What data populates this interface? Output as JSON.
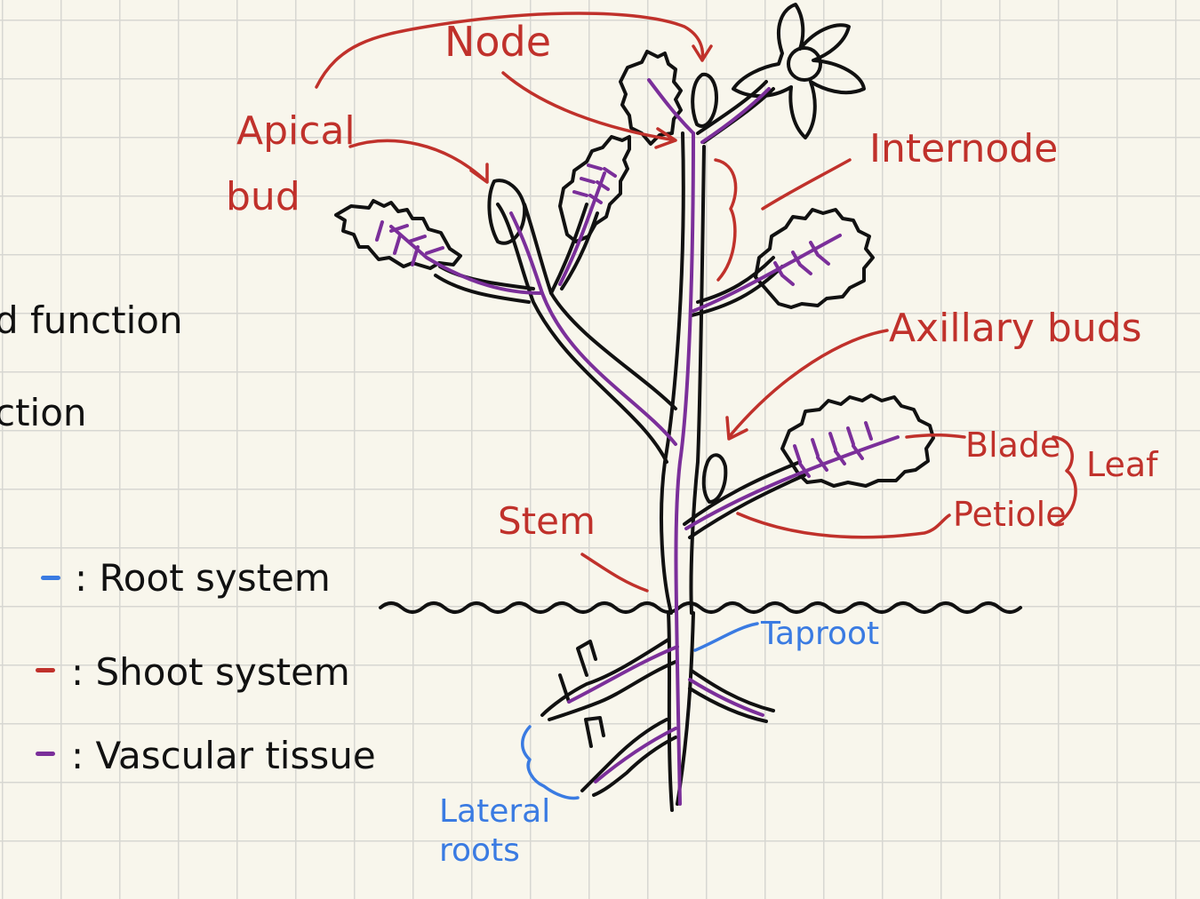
{
  "colors": {
    "paper": "#f8f6ec",
    "grid": "#d7d7d2",
    "ink": "#111111",
    "shoot_system": "#c0312b",
    "root_system": "#3a7be2",
    "vascular_tissue": "#7b2f9a"
  },
  "labels": {
    "node": "Node",
    "apical": "Apical",
    "bud": "bud",
    "internode": "Internode",
    "axillary_buds": "Axillary buds",
    "blade": "Blade",
    "leaf": "Leaf",
    "petiole": "Petiole",
    "stem": "Stem",
    "taproot": "Taproot",
    "lateral": "Lateral",
    "roots": "roots"
  },
  "notes": {
    "line1": "d function",
    "line2": "ction"
  },
  "legend": [
    {
      "label": ": Root system",
      "color": "#3a7be2"
    },
    {
      "label": ": Shoot system",
      "color": "#c0312b"
    },
    {
      "label": ": Vascular tissue",
      "color": "#7b2f9a"
    }
  ]
}
